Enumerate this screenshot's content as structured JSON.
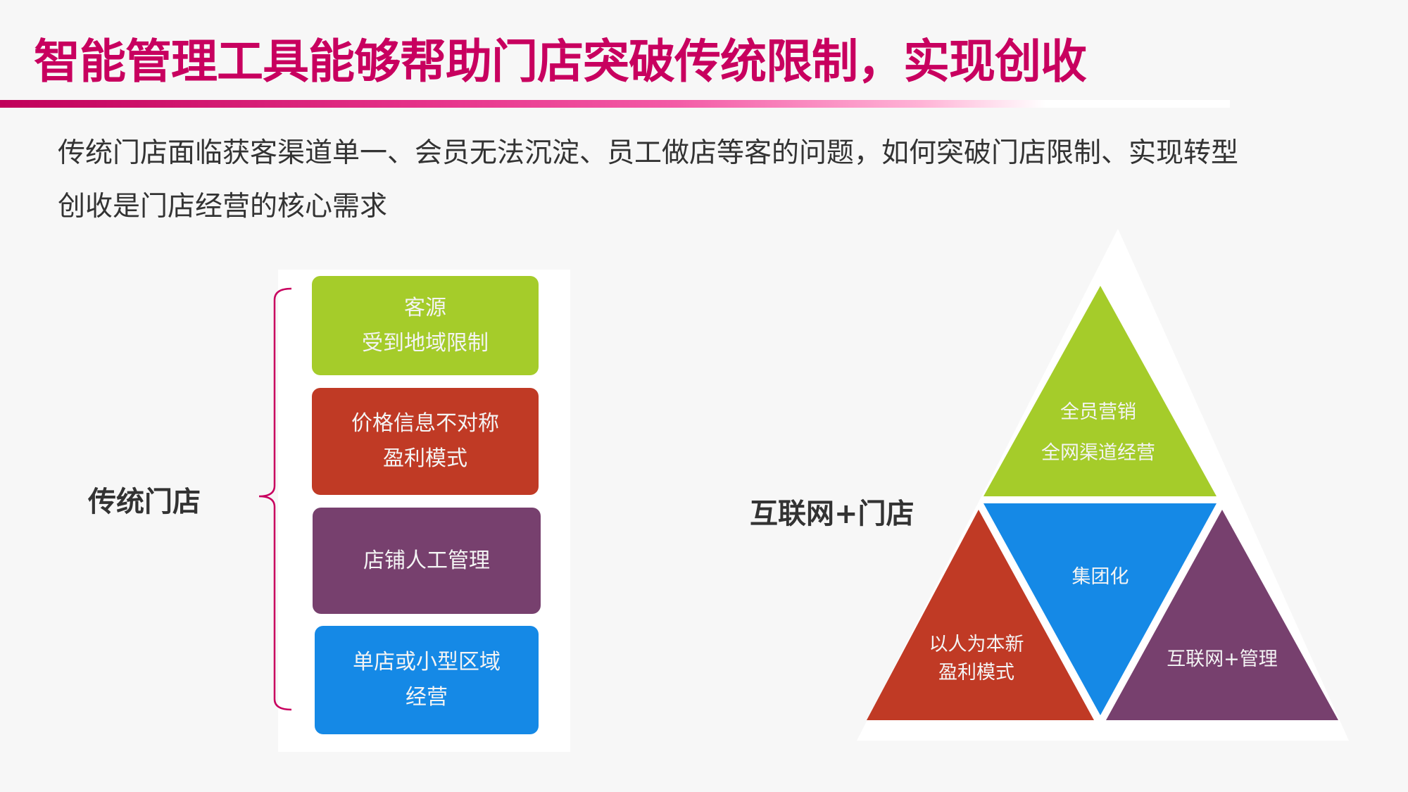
{
  "title": "智能管理工具能够帮助门店突破传统限制，实现创收",
  "intro": {
    "line1": "传统门店面临获客渠道单一、会员无法沉淀、员工做店等客的问题，如何突破门店限制、实现转型",
    "line2": "创收是门店经营的核心需求"
  },
  "traditional": {
    "label": "传统门店",
    "boxes": [
      {
        "line1": "客源",
        "line2": "受到地域限制",
        "color": "#a5cc2a"
      },
      {
        "line1": "价格信息不对称",
        "line2": "盈利模式",
        "color": "#c03a25"
      },
      {
        "line1": "店铺人工管理",
        "line2": "",
        "color": "#77406e"
      },
      {
        "line1": "单店或小型区域",
        "line2": "经营",
        "color": "#1589e6"
      }
    ]
  },
  "internet": {
    "label": "互联网+门店",
    "pyramid": {
      "top": {
        "line1": "全员营销",
        "line2": "全网渠道经营",
        "color": "#a5cc2a"
      },
      "center": {
        "line1": "集团化",
        "color": "#1589e6"
      },
      "left": {
        "line1": "以人为本新",
        "line2": "盈利模式",
        "color": "#c03a25"
      },
      "right": {
        "line1": "互联网+管理",
        "color": "#77406e"
      }
    }
  }
}
